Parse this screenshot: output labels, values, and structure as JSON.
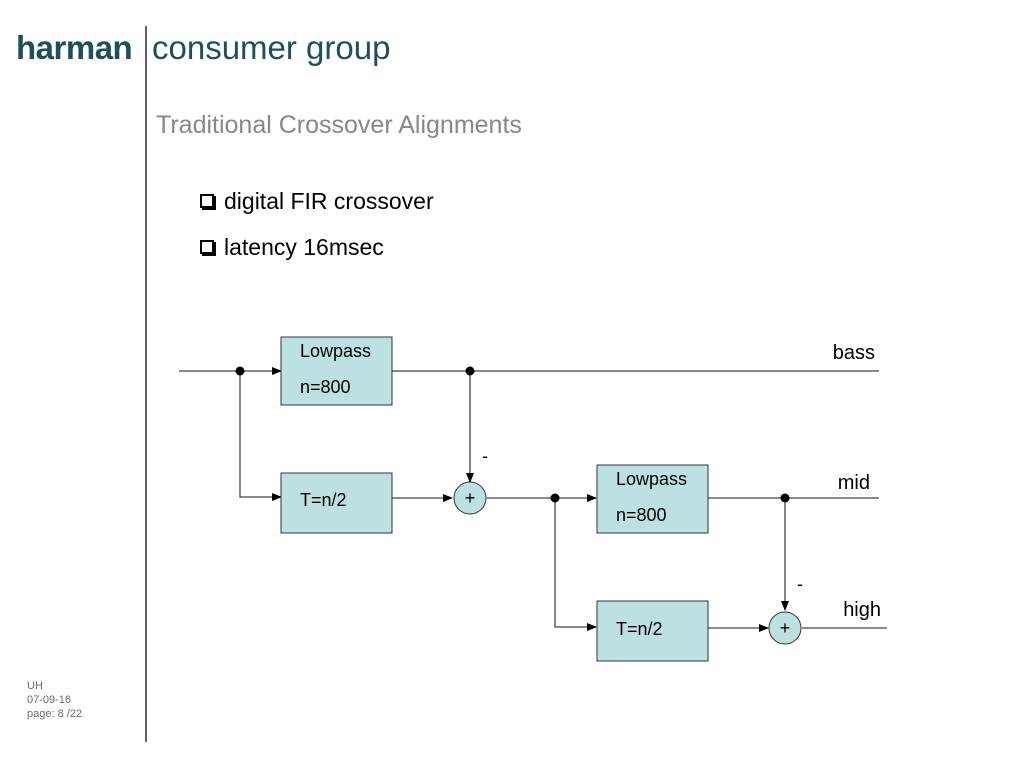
{
  "header": {
    "logo_bold": "harman",
    "logo_light": "consumer group"
  },
  "slide": {
    "title": "Traditional Crossover Alignments",
    "bullets": [
      "digital FIR crossover",
      "latency 16msec"
    ]
  },
  "diagram": {
    "blocks": [
      {
        "line1": "Lowpass",
        "line2": "n=800"
      },
      {
        "line1": "T=n/2",
        "line2": ""
      },
      {
        "line1": "Lowpass",
        "line2": "n=800"
      },
      {
        "line1": "T=n/2",
        "line2": ""
      }
    ],
    "summers": [
      "+",
      "+"
    ],
    "minus_signs": [
      "-",
      "-"
    ],
    "outputs": [
      "bass",
      "mid",
      "high"
    ]
  },
  "footer": {
    "author": "UH",
    "date": "07-09-16",
    "page": "page: 8 /22"
  },
  "colors": {
    "brand": "#1d4f5d",
    "block_fill": "#bde0e3",
    "title_gray": "#878787"
  }
}
